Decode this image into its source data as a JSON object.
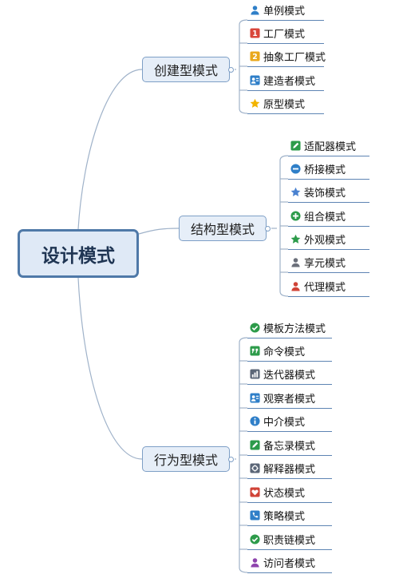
{
  "root": {
    "label": "设计模式"
  },
  "categories": [
    {
      "label": "创建型模式",
      "items": [
        {
          "label": "单例模式",
          "icon": "person-icon",
          "color": "#2f7fc8"
        },
        {
          "label": "工厂模式",
          "icon": "priority-1-icon",
          "color": "#d9463a"
        },
        {
          "label": "抽象工厂模式",
          "icon": "priority-2-icon",
          "color": "#e9a81c"
        },
        {
          "label": "建造者模式",
          "icon": "contact-card-icon",
          "color": "#2f7fc8"
        },
        {
          "label": "原型模式",
          "icon": "star-icon",
          "color": "#f2b400"
        }
      ]
    },
    {
      "label": "结构型模式",
      "items": [
        {
          "label": "适配器模式",
          "icon": "pencil-icon",
          "color": "#2d9b4a"
        },
        {
          "label": "桥接模式",
          "icon": "minus-circle-icon",
          "color": "#2f7fc8"
        },
        {
          "label": "装饰模式",
          "icon": "star-icon",
          "color": "#4a82d0"
        },
        {
          "label": "组合模式",
          "icon": "plus-circle-icon",
          "color": "#2d9b4a"
        },
        {
          "label": "外观模式",
          "icon": "star-icon",
          "color": "#2d9b4a"
        },
        {
          "label": "享元模式",
          "icon": "person-icon",
          "color": "#6b6f7a"
        },
        {
          "label": "代理模式",
          "icon": "person-icon",
          "color": "#d04337"
        }
      ]
    },
    {
      "label": "行为型模式",
      "items": [
        {
          "label": "模板方法模式",
          "icon": "check-circle-icon",
          "color": "#2d9b4a"
        },
        {
          "label": "命令模式",
          "icon": "quote-icon",
          "color": "#2d9b4a"
        },
        {
          "label": "迭代器模式",
          "icon": "bar-chart-icon",
          "color": "#5b6677"
        },
        {
          "label": "观察者模式",
          "icon": "contact-card-icon",
          "color": "#2f7fc8"
        },
        {
          "label": "中介模式",
          "icon": "info-circle-icon",
          "color": "#2f7fc8"
        },
        {
          "label": "备忘录模式",
          "icon": "pencil-icon",
          "color": "#2d9b4a"
        },
        {
          "label": "解释器模式",
          "icon": "grid-icon",
          "color": "#5b6677"
        },
        {
          "label": "状态模式",
          "icon": "heart-icon",
          "color": "#d04337"
        },
        {
          "label": "策略模式",
          "icon": "phone-icon",
          "color": "#2f7fc8"
        },
        {
          "label": "职责链模式",
          "icon": "check-circle-icon",
          "color": "#2d9b4a"
        },
        {
          "label": "访问者模式",
          "icon": "person-icon",
          "color": "#8e44ad"
        }
      ]
    }
  ]
}
